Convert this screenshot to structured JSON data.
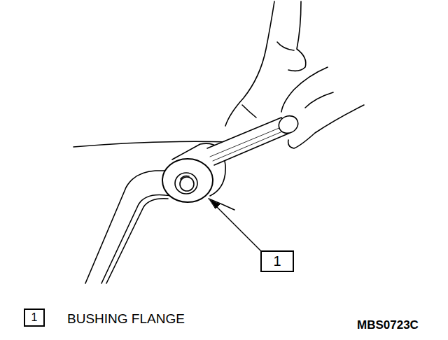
{
  "diagram": {
    "nodes": [
      {
        "text": [
          "1"
        ]
      },
      {
        "text": [
          "1"
        ]
      }
    ],
    "labels": [
      "BUSHING FLANGE",
      "MBS0723C"
    ]
  }
}
